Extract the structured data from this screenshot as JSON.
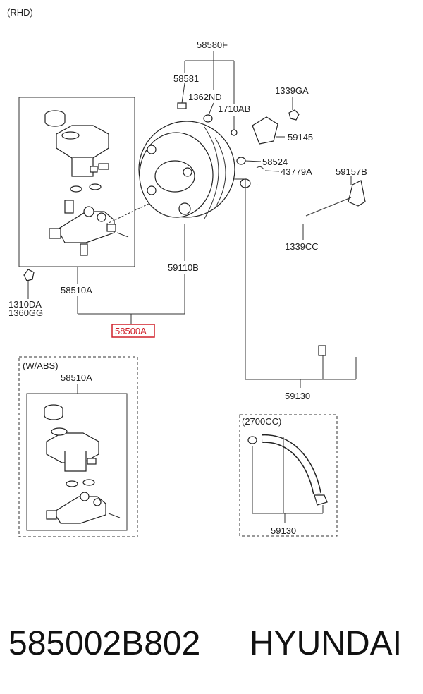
{
  "variant": "(RHD)",
  "callouts": {
    "p58580F": "58580F",
    "p58581": "58581",
    "p1362ND": "1362ND",
    "p1710AB": "1710AB",
    "p1339GA": "1339GA",
    "p59145": "59145",
    "p58524": "58524",
    "p43779A": "43779A",
    "p59157B": "59157B",
    "p1339CC": "1339CC",
    "p59110B": "59110B",
    "p58510A": "58510A",
    "p1310DA": "1310DA",
    "p1360GG": "1360GG",
    "p58500A": "58500A",
    "p59130": "59130"
  },
  "abs_box": {
    "title": "(W/ABS)",
    "part": "58510A"
  },
  "cc_box": {
    "title": "(2700CC)",
    "part": "59130"
  },
  "footer": {
    "part_number": "585002B802",
    "brand": "HYUNDAI"
  },
  "colors": {
    "highlight": "#d0202a",
    "line": "#333333"
  }
}
